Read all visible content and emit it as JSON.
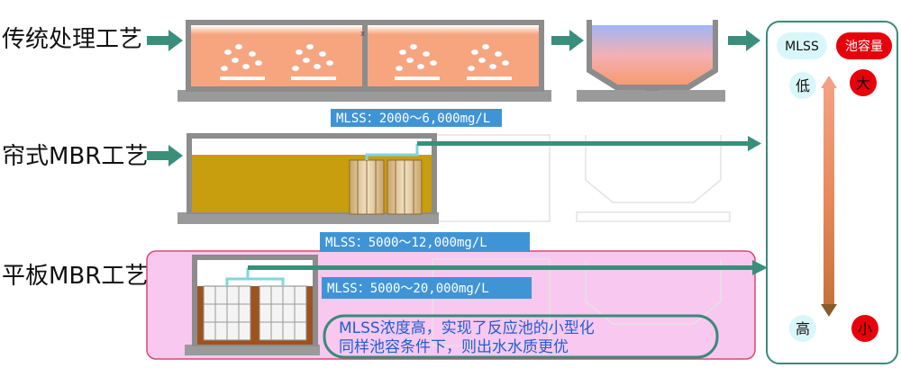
{
  "rows": {
    "traditional": {
      "label": "传统处理工艺",
      "mlss": "MLSS：2000～6,000mg/L"
    },
    "curtain": {
      "label": "帘式MBR工艺",
      "mlss": "MLSS：5000～12,000mg/L"
    },
    "flat": {
      "label": "平板MBR工艺",
      "mlss": "MLSS：5000～20,000mg/L"
    }
  },
  "note": {
    "line1": "MLSS浓度高，实现了反应池的小型化",
    "line2": "同样池容条件下，则出水水质更优"
  },
  "legend": {
    "mlss": "MLSS",
    "capacity": "池容量",
    "low": "低",
    "big": "大",
    "high": "高",
    "small": "小"
  },
  "colors": {
    "arrow_green": "#3a8f7a",
    "badge_blue": "#3f94d6",
    "legend_cyan": "#d9f7fb",
    "legend_red": "#e8000b",
    "highlight_pink": "#f8c8f0",
    "note_border": "#3a8a7a"
  }
}
